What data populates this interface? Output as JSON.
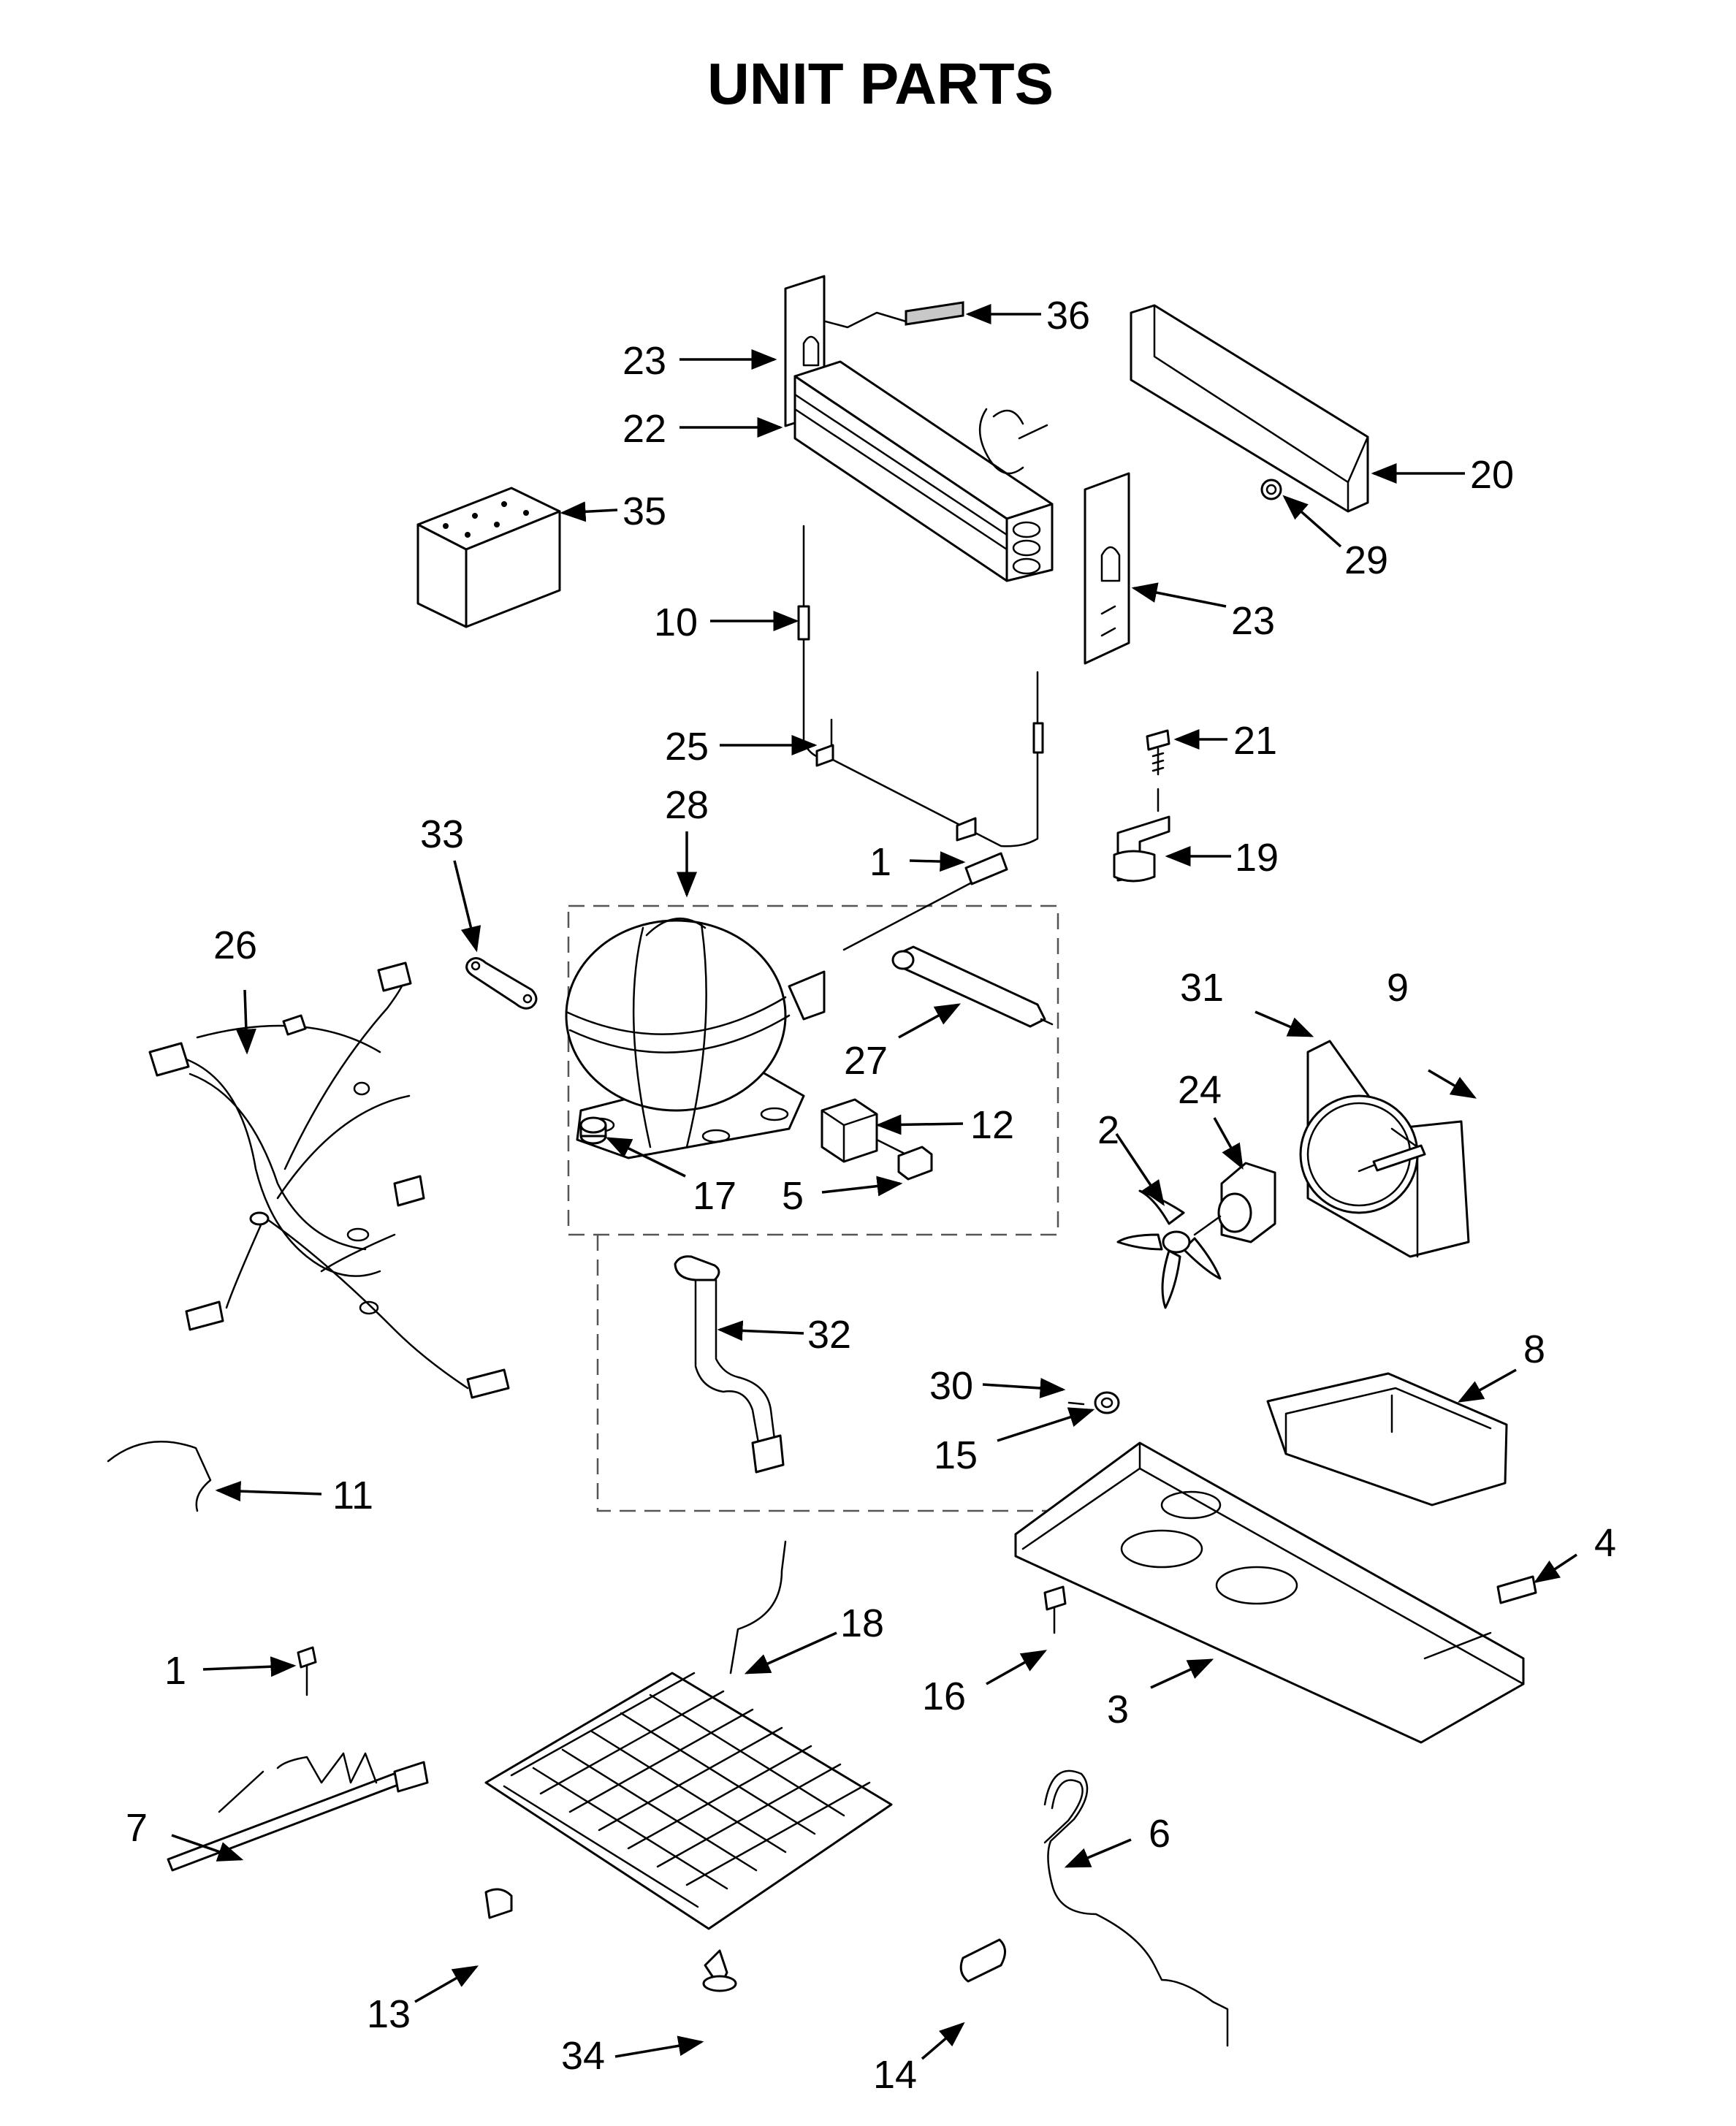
{
  "title": "UNIT PARTS",
  "callouts": [
    {
      "id": "c36",
      "text": "36"
    },
    {
      "id": "c23a",
      "text": "23"
    },
    {
      "id": "c22",
      "text": "22"
    },
    {
      "id": "c20",
      "text": "20"
    },
    {
      "id": "c35",
      "text": "35"
    },
    {
      "id": "c29",
      "text": "29"
    },
    {
      "id": "c23b",
      "text": "23"
    },
    {
      "id": "c10",
      "text": "10"
    },
    {
      "id": "c25",
      "text": "25"
    },
    {
      "id": "c21",
      "text": "21"
    },
    {
      "id": "c28",
      "text": "28"
    },
    {
      "id": "c33",
      "text": "33"
    },
    {
      "id": "c1a",
      "text": "1"
    },
    {
      "id": "c19",
      "text": "19"
    },
    {
      "id": "c26",
      "text": "26"
    },
    {
      "id": "c9",
      "text": "9"
    },
    {
      "id": "c31",
      "text": "31"
    },
    {
      "id": "c27",
      "text": "27"
    },
    {
      "id": "c24",
      "text": "24"
    },
    {
      "id": "c12",
      "text": "12"
    },
    {
      "id": "c2",
      "text": "2"
    },
    {
      "id": "c17",
      "text": "17"
    },
    {
      "id": "c5",
      "text": "5"
    },
    {
      "id": "c32",
      "text": "32"
    },
    {
      "id": "c8",
      "text": "8"
    },
    {
      "id": "c30",
      "text": "30"
    },
    {
      "id": "c15",
      "text": "15"
    },
    {
      "id": "c11",
      "text": "11"
    },
    {
      "id": "c4",
      "text": "4"
    },
    {
      "id": "c18",
      "text": "18"
    },
    {
      "id": "c1b",
      "text": "1"
    },
    {
      "id": "c16",
      "text": "16"
    },
    {
      "id": "c3",
      "text": "3"
    },
    {
      "id": "c7",
      "text": "7"
    },
    {
      "id": "c6",
      "text": "6"
    },
    {
      "id": "c13",
      "text": "13"
    },
    {
      "id": "c34",
      "text": "34"
    },
    {
      "id": "c14",
      "text": "14"
    }
  ]
}
